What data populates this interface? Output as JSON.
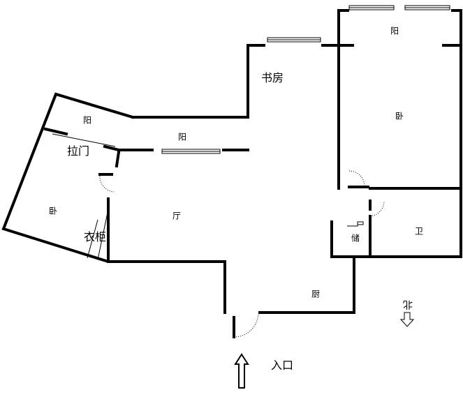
{
  "rooms": {
    "balcony_right": "阳",
    "study": "书房",
    "bedroom_right": "卧",
    "balcony_left": "阳",
    "balcony_middle": "阳",
    "sliding_door": "拉门",
    "bedroom_left": "卧",
    "wardrobe": "衣柜",
    "living_room": "厅",
    "storage": "储",
    "bathroom": "卫",
    "kitchen": "厨"
  },
  "north_label": "北",
  "entrance_label": "入口",
  "colors": {
    "wall": "#000000",
    "background": "#ffffff"
  }
}
